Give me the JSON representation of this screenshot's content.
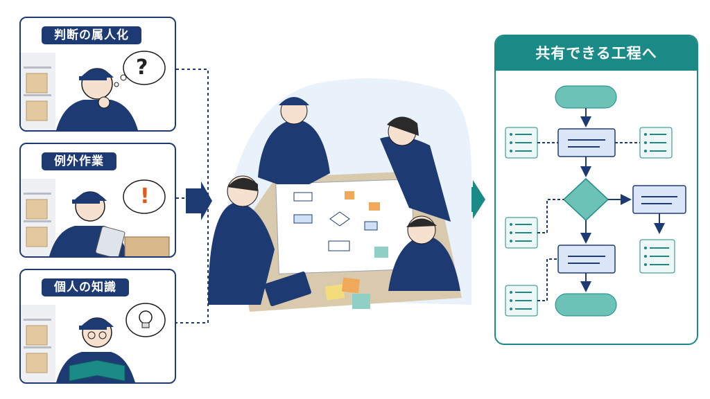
{
  "left_panels": [
    {
      "label": "判断の属人化",
      "bubble_symbol": "?",
      "icon": "question-mark-icon"
    },
    {
      "label": "例外作業",
      "bubble_symbol": "!",
      "icon": "exclamation-mark-icon"
    },
    {
      "label": "個人の知識",
      "icon": "lightbulb-icon"
    }
  ],
  "right_panel": {
    "title": "共有できる工程へ"
  },
  "colors": {
    "navy": "#1e3a73",
    "teal": "#1a8a86",
    "teal_light": "#6cc2b6",
    "flow_box": "#dbe7f8",
    "note_orange": "#f0a95a",
    "note_yellow": "#f5dc7a",
    "note_teal": "#8fd0c6",
    "table": "#d9c9ad"
  },
  "icons": {
    "arrow_left": "arrow-right-icon",
    "arrow_right": "arrow-right-icon"
  }
}
